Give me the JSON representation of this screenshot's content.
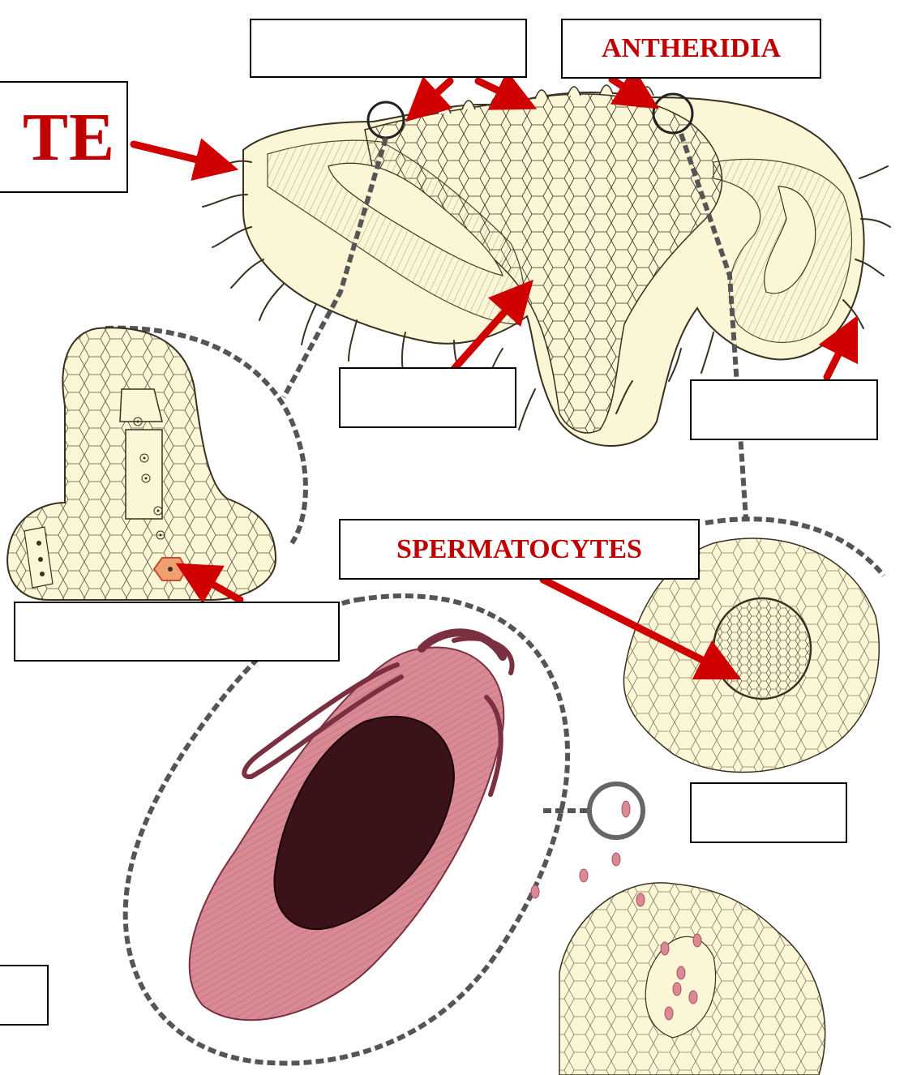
{
  "title_partial": "TE",
  "labels": {
    "top_blank": "",
    "antheridia": "ANTHERIDIA",
    "mid_blank": "",
    "right_blank": "",
    "left_blank": "",
    "spermatocytes": "SPERMATOCYTES",
    "sperm_blank": "",
    "bottom_left_blank": ""
  },
  "colors": {
    "label_text": "#c00000",
    "arrow": "#d00000",
    "tissue_fill": "#fbf6d6",
    "cell_line": "#3a3020",
    "sperm_pink": "#d98a95",
    "sperm_dark": "#3a1218",
    "dashed_line": "#555555",
    "egg_orange": "#f0a070"
  }
}
